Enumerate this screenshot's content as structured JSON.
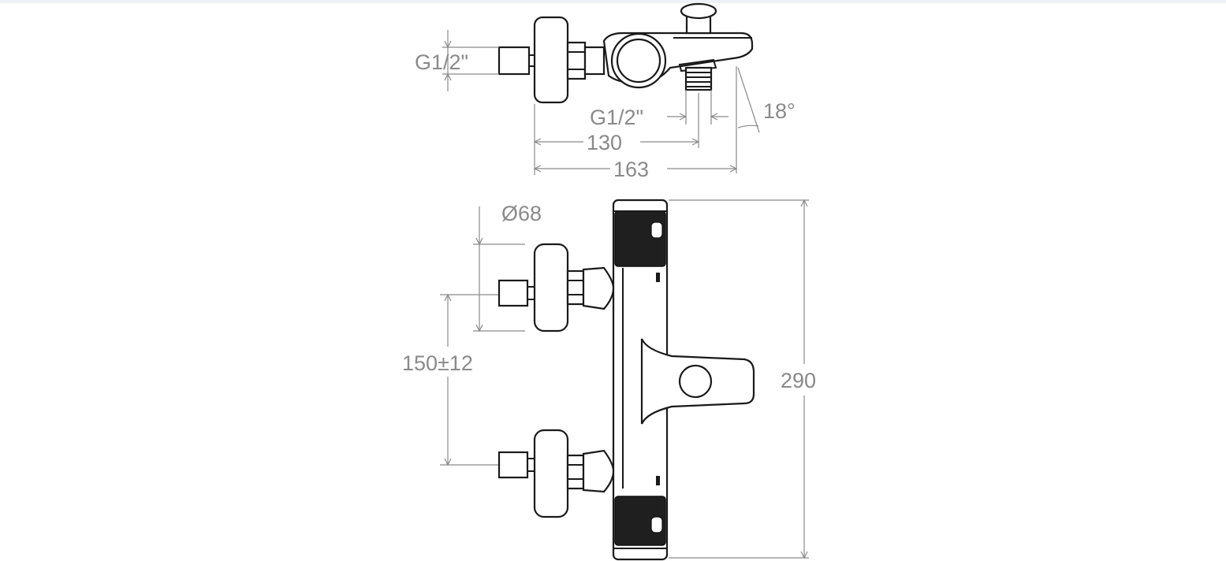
{
  "dimensions": {
    "inlet_thread_side": "G1/2\"",
    "outlet_thread": "G1/2\"",
    "spout_angle": "18°",
    "inlet_to_outlet_depth": "130",
    "overall_depth": "163",
    "escutcheon_diameter": "Ø68",
    "inlet_centers": "150±12",
    "body_length": "290"
  }
}
